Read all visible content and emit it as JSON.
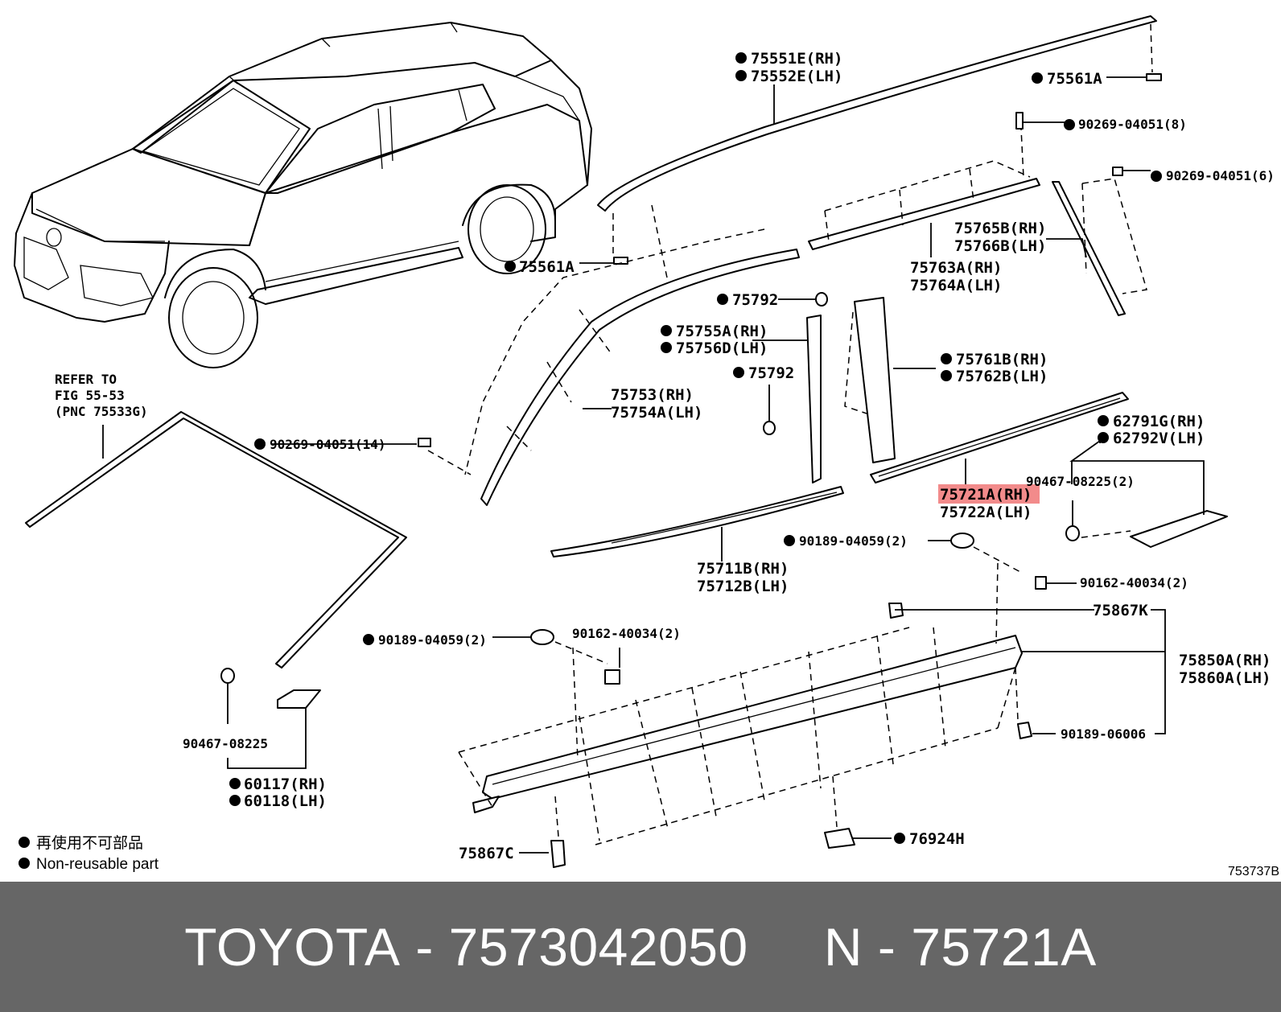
{
  "labels": {
    "p75551E": "75551E(RH)",
    "p75552E": "75552E(LH)",
    "p75561A_top": "75561A",
    "p90269_8": "90269-04051(8)",
    "p90269_6": "90269-04051(6)",
    "p75561A_mid": "75561A",
    "p75765B": "75765B(RH)",
    "p75766B": "75766B(LH)",
    "p75763A": "75763A(RH)",
    "p75764A": "75764A(LH)",
    "p75792_a": "75792",
    "p75755A": "75755A(RH)",
    "p75756D": "75756D(LH)",
    "p75792_b": "75792",
    "p75761B": "75761B(RH)",
    "p75762B": "75762B(LH)",
    "p75753": "75753(RH)",
    "p75754A": "75754A(LH)",
    "refer1": "REFER TO",
    "refer2": "FIG 55-53",
    "refer3": "(PNC 75533G)",
    "p90269_14": "90269-04051(14)",
    "p62791G": "62791G(RH)",
    "p62792V": "62792V(LH)",
    "p90467_2": "90467-08225(2)",
    "p75721A": "75721A(RH)",
    "p75722A": "75722A(LH)",
    "p90189_r": "90189-04059(2)",
    "p90162_r": "90162-40034(2)",
    "p75711B": "75711B(RH)",
    "p75712B": "75712B(LH)",
    "p75867K": "75867K",
    "p75850A": "75850A(RH)",
    "p75860A": "75860A(LH)",
    "p90189_l": "90189-04059(2)",
    "p90162_l": "90162-40034(2)",
    "p90189_06006": "90189-06006",
    "p90467_single": "90467-08225",
    "p60117": "60117(RH)",
    "p60118": "60118(LH)",
    "p76924H": "76924H",
    "p75867C": "75867C"
  },
  "legend": {
    "line1": "再使用不可部品",
    "line2": "Non-reusable part"
  },
  "figure_id": "753737B",
  "highlight_color": "#f28b8b",
  "footer": {
    "brand": "TOYOTA",
    "sep1": " - ",
    "part_number": "7573042050",
    "gap": "     ",
    "n_prefix": "N",
    "sep2": " - ",
    "pnc": "75721A"
  }
}
